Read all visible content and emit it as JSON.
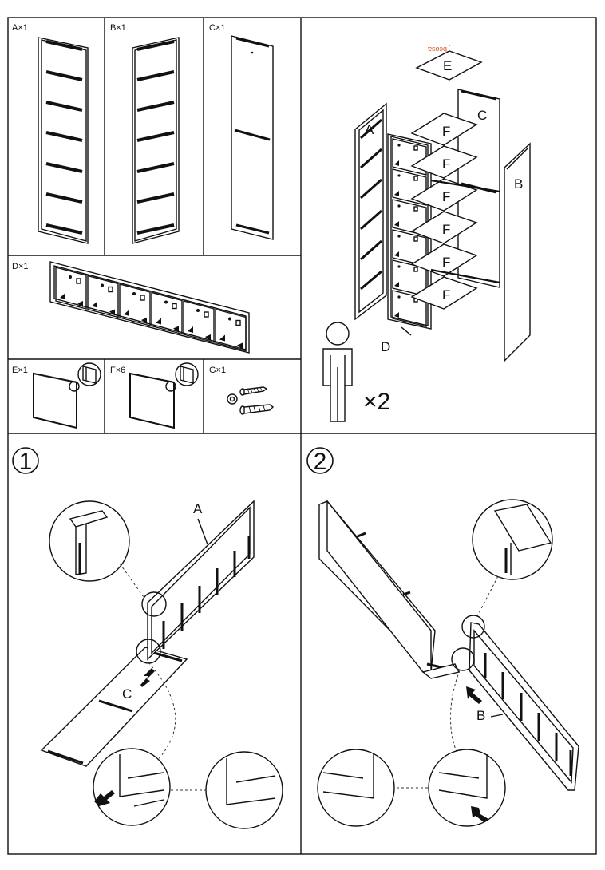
{
  "parts": {
    "a": "A×1",
    "b": "B×1",
    "c": "C×1",
    "d": "D×1",
    "e": "E×1",
    "f": "F×6",
    "g": "G×1"
  },
  "exploded": {
    "a": "A",
    "b": "B",
    "c": "C",
    "d": "D",
    "e": "E",
    "f": [
      "F",
      "F",
      "F",
      "F",
      "F",
      "F"
    ],
    "people": "×2"
  },
  "steps": {
    "one": {
      "number": "1",
      "panel_a": "A",
      "panel_c": "C"
    },
    "two": {
      "number": "2",
      "panel_b": "B"
    }
  }
}
